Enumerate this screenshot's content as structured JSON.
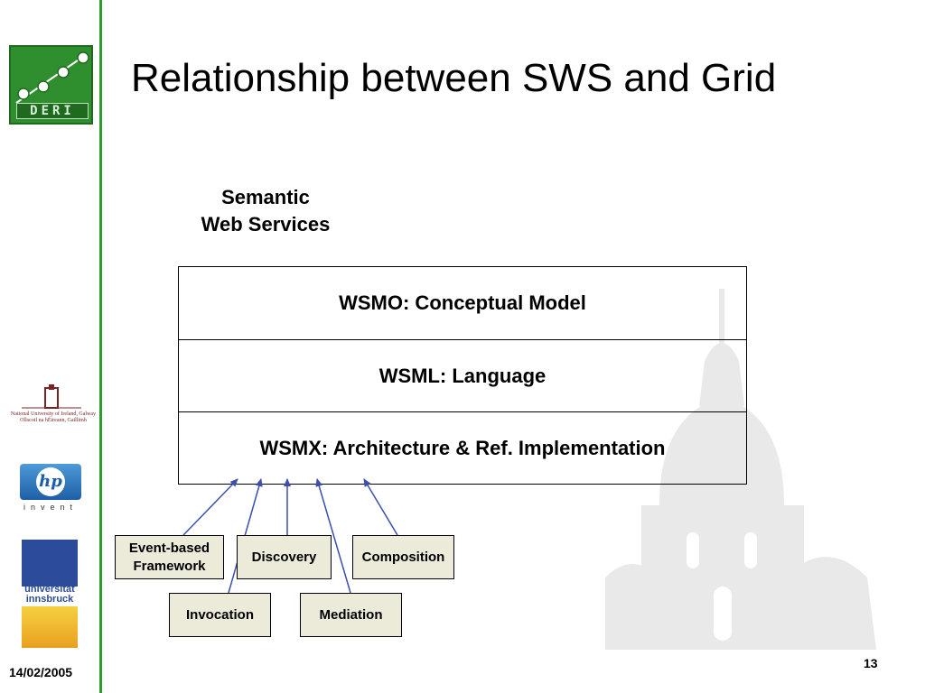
{
  "title": "Relationship between SWS and Grid",
  "heading": {
    "line1": "Semantic",
    "line2": "Web Services"
  },
  "layers": [
    {
      "label": "WSMO: Conceptual Model"
    },
    {
      "label": "WSML: Language"
    },
    {
      "label": "WSMX: Architecture & Ref. Implementation"
    }
  ],
  "components": {
    "event_line1": "Event-based",
    "event_line2": "Framework",
    "discovery": "Discovery",
    "composition": "Composition",
    "invocation": "Invocation",
    "mediation": "Mediation"
  },
  "footer": {
    "date": "14/02/2005",
    "page": "13"
  },
  "logos": {
    "deri": "DERI",
    "galway_line1": "National University of Ireland, Galway",
    "galway_line2": "Ollscoil na hÉireann, Gaillimh",
    "hp_mark": "hp",
    "hp_tagline": "invent",
    "uibk_line1": "universität",
    "uibk_line2": "innsbruck"
  },
  "colors": {
    "accent_green": "#2e9a2e",
    "box_fill": "#ecebd9",
    "arrow": "#3a4fb0"
  }
}
